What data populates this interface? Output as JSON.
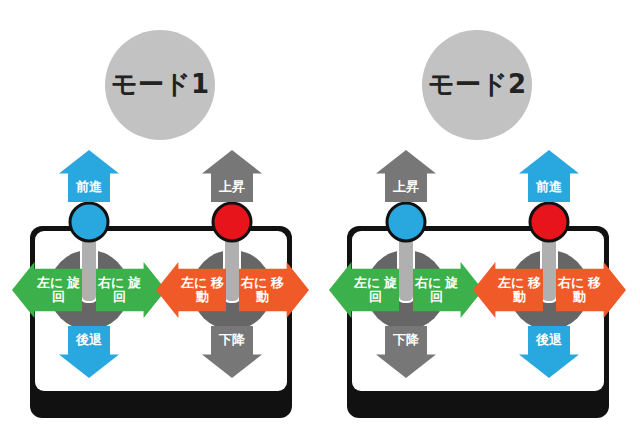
{
  "diagram": {
    "nodes": [
      {
        "text": [
          "モード1"
        ]
      },
      {
        "text": [
          "前進"
        ]
      },
      {
        "text": [
          "左に 旋回"
        ]
      },
      {
        "text": [
          "右に 旋回"
        ]
      },
      {
        "text": [
          "後退"
        ]
      },
      {
        "text": [
          "上昇"
        ]
      },
      {
        "text": [
          "左に 移動"
        ]
      },
      {
        "text": [
          "右に 移動"
        ]
      },
      {
        "text": [
          "下降"
        ]
      },
      {
        "text": [
          "モード2"
        ]
      },
      {
        "text": [
          "上昇"
        ]
      },
      {
        "text": [
          "左に 旋回"
        ]
      },
      {
        "text": [
          "右に 旋回"
        ]
      },
      {
        "text": [
          "下降"
        ]
      },
      {
        "text": [
          "前進"
        ]
      },
      {
        "text": [
          "左に 移動"
        ]
      },
      {
        "text": [
          "右に 移動"
        ]
      },
      {
        "text": [
          "後退"
        ]
      }
    ]
  }
}
